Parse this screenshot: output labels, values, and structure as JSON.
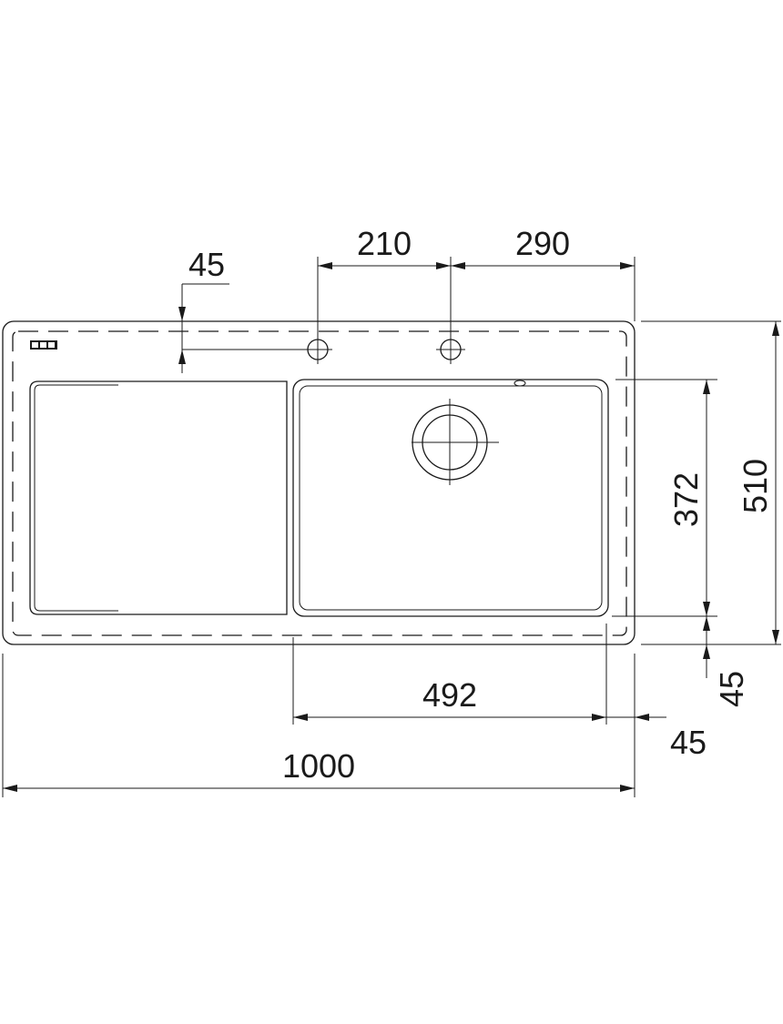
{
  "dimensions": {
    "tap_hole_offset": "45",
    "tap_hole_spacing": "210",
    "tap_hole_to_right_edge": "290",
    "bowl_depth": "372",
    "overall_depth": "510",
    "front_margin": "45",
    "bowl_width": "492",
    "right_margin": "45",
    "overall_width": "1000"
  }
}
